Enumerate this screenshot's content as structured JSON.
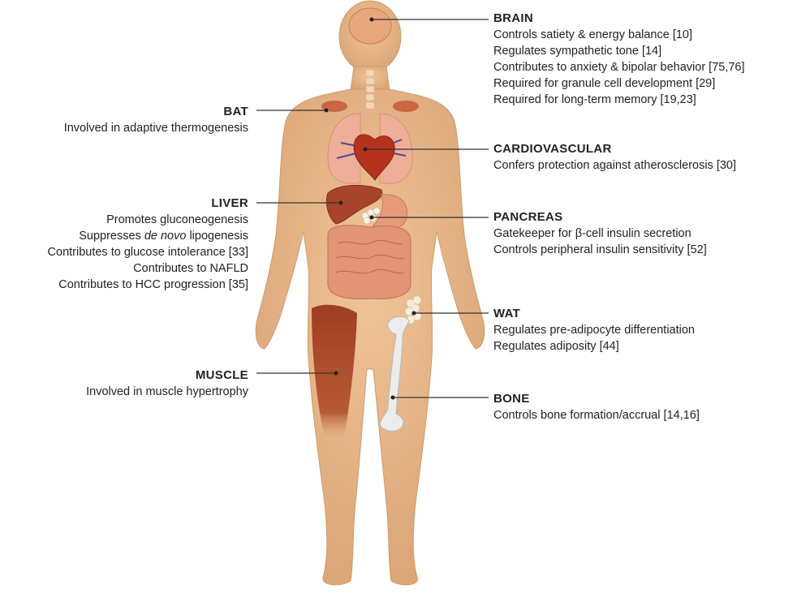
{
  "colors": {
    "skin": "#e9b98a",
    "skin_shade": "#d9a272",
    "organ_red": "#b8442c",
    "muscle": "#a84a2a",
    "lung": "#e8a08a",
    "bone": "#eeeeee",
    "leader": "#333333"
  },
  "labels": {
    "brain": {
      "title": "BRAIN",
      "items": [
        "Controls satiety & energy balance [10]",
        "Regulates sympathetic tone [14]",
        "Contributes to anxiety & bipolar behavior [75,76]",
        "Required for granule cell development [29]",
        "Required for long-term memory [19,23]"
      ]
    },
    "cardio": {
      "title": "CARDIOVASCULAR",
      "items": [
        "Confers protection against atherosclerosis [30]"
      ]
    },
    "pancreas": {
      "title": "PANCREAS",
      "items": [
        "Gatekeeper for β-cell insulin secretion",
        "Controls peripheral insulin sensitivity [52]"
      ]
    },
    "wat": {
      "title": "WAT",
      "items": [
        "Regulates pre-adipocyte differentiation",
        "Regulates adiposity [44]"
      ]
    },
    "bone": {
      "title": "BONE",
      "items": [
        "Controls bone formation/accrual [14,16]"
      ]
    },
    "bat": {
      "title": "BAT",
      "items": [
        "Involved in adaptive thermogenesis"
      ]
    },
    "liver": {
      "title": "LIVER",
      "items": [
        "Promotes gluconeogenesis",
        "Suppresses de novo lipogenesis",
        "Contributes to glucose intolerance [33]",
        "Contributes to NAFLD",
        "Contributes to HCC progression [35]"
      ]
    },
    "muscle": {
      "title": "MUSCLE",
      "items": [
        "Involved in muscle hypertrophy"
      ]
    }
  }
}
